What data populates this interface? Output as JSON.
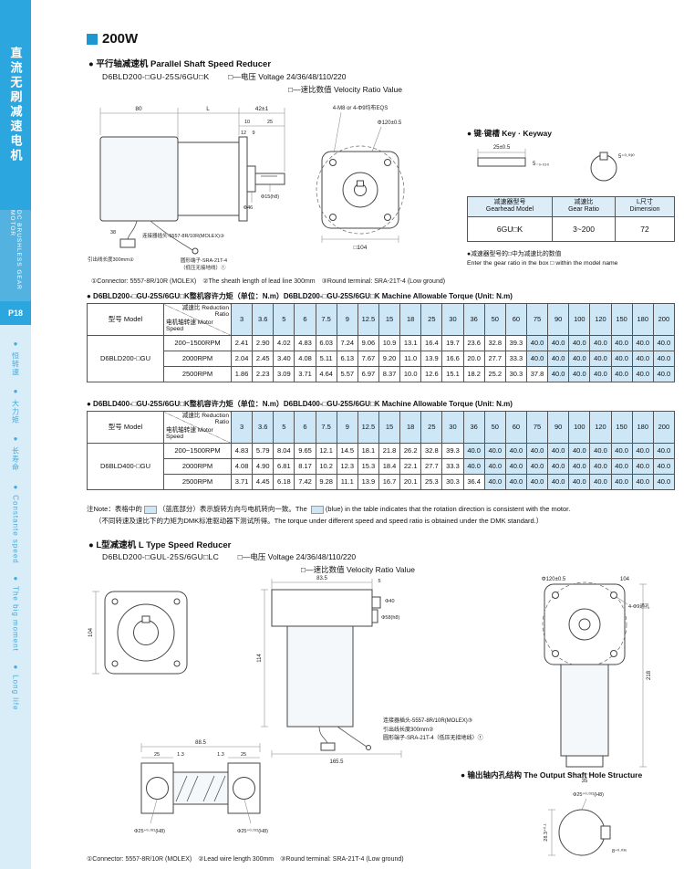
{
  "sidebar": {
    "title_cn": "直流无刷减速电机",
    "title_en": "DC BRUSHLESS GEAR MOTOR",
    "page_no": "P18",
    "features": [
      "● 恒转速",
      "● 大力矩",
      "● 长寿命",
      "● Constante speed",
      "● The big moment",
      "● Long life"
    ]
  },
  "header": {
    "power": "200W"
  },
  "parallel": {
    "section": "● 平行轴减速机 Parallel Shaft Speed Reducer",
    "model": "D6BLD200-□GU-25S/6GU□K",
    "voltage_note": "□—电压 Voltage 24/36/48/110/220",
    "ratio_note": "□—速比数值 Velocity Ratio Value",
    "side_dims": {
      "d80": "80",
      "dL": "L",
      "d42": "42±1",
      "d10": "10",
      "d25": "25",
      "d12": "12",
      "d9": "9",
      "shaft": "Φ15(h8)",
      "boss": "Φ46",
      "d38": "38"
    },
    "front_dims": {
      "holes": "4-M8 or 4-Φ9均布EQS",
      "bolt_circle": "Φ120±0.5",
      "square": "□104"
    },
    "callout_connector": "连接器插头-5557-8R/10R(MOLEX)③",
    "callout_lead": "引出线长度300mm②",
    "callout_terminal": "圆形端子-SRA-21T-4",
    "callout_terminal2": "（低压无接地线）①",
    "footnote": "①Connector: 5557-8R/10R (MOLEX)　②The sheath length of lead line 300mm　③Round terminal: SRA-21T-4 (Low ground)"
  },
  "keyway": {
    "title": "● 键·键槽 Key · Keyway",
    "dim_length": "25±0.5",
    "dim_key_w": "5₋₀.₀₃₀",
    "dim_slot_w": "5⁺⁰·⁰³⁰"
  },
  "gearhead": {
    "col1_cn": "减速器型号",
    "col1_en": "Gearhead Model",
    "col2_cn": "减速比",
    "col2_en": "Gear Ratio",
    "col3_cn": "L尺寸",
    "col3_en": "Dimension",
    "model": "6GU□K",
    "ratio": "3~200",
    "dimension": "72",
    "note_cn": "●减速器型号的□中为减速比的数值",
    "note_en": "Enter the gear ratio in the box □ within the model name"
  },
  "torque_labels": {
    "model": "型号 Model",
    "speed_cn": "电机轴转速",
    "speed_en": "Motor Speed",
    "ratio_cn": "减速比",
    "ratio_en": "Reduction Ratio"
  },
  "ratios": [
    "3",
    "3.6",
    "5",
    "6",
    "7.5",
    "9",
    "12.5",
    "15",
    "18",
    "25",
    "30",
    "36",
    "50",
    "60",
    "75",
    "90",
    "100",
    "120",
    "150",
    "180",
    "200"
  ],
  "torque_tables": [
    {
      "title": "● D6BLD200-□GU-25S/6GU□K整机容许力矩（单位：N.m）D6BLD200-□GU-25S/6GU□K Machine Allowable Torque (Unit: N.m)",
      "model": "D6BLD200-□GU",
      "rows": [
        {
          "speed": "200~1500RPM",
          "values": [
            "2.41",
            "2.90",
            "4.02",
            "4.83",
            "6.03",
            "7.24",
            "9.06",
            "10.9",
            "13.1",
            "16.4",
            "19.7",
            "23.6",
            "32.8",
            "39.3",
            "40.0",
            "40.0",
            "40.0",
            "40.0",
            "40.0",
            "40.0",
            "40.0"
          ]
        },
        {
          "speed": "2000RPM",
          "values": [
            "2.04",
            "2.45",
            "3.40",
            "4.08",
            "5.11",
            "6.13",
            "7.67",
            "9.20",
            "11.0",
            "13.9",
            "16.6",
            "20.0",
            "27.7",
            "33.3",
            "40.0",
            "40.0",
            "40.0",
            "40.0",
            "40.0",
            "40.0",
            "40.0"
          ]
        },
        {
          "speed": "2500RPM",
          "values": [
            "1.86",
            "2.23",
            "3.09",
            "3.71",
            "4.64",
            "5.57",
            "6.97",
            "8.37",
            "10.0",
            "12.6",
            "15.1",
            "18.2",
            "25.2",
            "30.3",
            "37.8",
            "40.0",
            "40.0",
            "40.0",
            "40.0",
            "40.0",
            "40.0"
          ]
        }
      ]
    },
    {
      "title": "● D6BLD400-□GU-25S/6GU□K整机容许力矩（单位：N.m）D6BLD400-□GU-25S/6GU□K Machine Allowable Torque (Unit: N.m)",
      "model": "D6BLD400-□GU",
      "rows": [
        {
          "speed": "200~1500RPM",
          "values": [
            "4.83",
            "5.79",
            "8.04",
            "9.65",
            "12.1",
            "14.5",
            "18.1",
            "21.8",
            "26.2",
            "32.8",
            "39.3",
            "40.0",
            "40.0",
            "40.0",
            "40.0",
            "40.0",
            "40.0",
            "40.0",
            "40.0",
            "40.0",
            "40.0"
          ]
        },
        {
          "speed": "2000RPM",
          "values": [
            "4.08",
            "4.90",
            "6.81",
            "8.17",
            "10.2",
            "12.3",
            "15.3",
            "18.4",
            "22.1",
            "27.7",
            "33.3",
            "40.0",
            "40.0",
            "40.0",
            "40.0",
            "40.0",
            "40.0",
            "40.0",
            "40.0",
            "40.0",
            "40.0"
          ]
        },
        {
          "speed": "2500RPM",
          "values": [
            "3.71",
            "4.45",
            "6.18",
            "7.42",
            "9.28",
            "11.1",
            "13.9",
            "16.7",
            "20.1",
            "25.3",
            "30.3",
            "36.4",
            "40.0",
            "40.0",
            "40.0",
            "40.0",
            "40.0",
            "40.0",
            "40.0",
            "40.0",
            "40.0"
          ]
        }
      ]
    }
  ],
  "notes": {
    "l1a": "注Note：表格中的",
    "l1b": "（蓝底部分）表示旋转方向与电机转向一致。The ",
    "l1c": "(blue) in the table indicates that the rotation direction is consistent with the motor.",
    "line2": "（不同转速及速比下的力矩为DMK标准驱动器下测试所得。The torque under different speed and speed ratio is obtained under the DMK standard.）"
  },
  "ltype": {
    "section": "● L型减速机 L Type Speed Reducer",
    "model": "D6BLD200-□GUL-25S/6GU□LC",
    "voltage_note": "□—电压 Voltage 24/36/48/110/220",
    "ratio_note": "□—速比数值 Velocity Ratio Value",
    "front_dim": "104",
    "side_dims": {
      "w": "83.5",
      "t5": "5",
      "shaft": "Φ40",
      "boss": "Φ58(h8)",
      "h": "114",
      "base": "165.5"
    },
    "right_dims": {
      "bolt": "Φ120±0.5",
      "w": "104",
      "holes": "4-Φ9通孔",
      "h": "218",
      "d35": "35"
    },
    "detail_dims": {
      "w": "88.5",
      "l1": "25",
      "l2": "25",
      "c1": "1.3",
      "c2": "1.3",
      "hole1": "Φ25⁺⁰·⁰²¹(H8)",
      "hole2": "Φ25⁺⁰·⁰²¹(H8)"
    },
    "callout_connector": "连接器插头-5557-8R/10R(MOLEX)③",
    "callout_lead": "引出线长度300mm②",
    "callout_terminal": "圆形端子-SRA-21T-4（低压无接地线）①"
  },
  "output_hole": {
    "title": "● 输出轴内孔结构 The Output Shaft Hole Structure",
    "dia": "Φ25⁺⁰·⁰²¹(H8)",
    "depth": "28.3⁺⁰·¹",
    "width": "8⁺⁰·⁰³⁶"
  },
  "footer": "①Connector: 5557-8R/10R (MOLEX)　②Lead wire length 300mm　③Round terminal: SRA-21T-4 (Low ground)"
}
